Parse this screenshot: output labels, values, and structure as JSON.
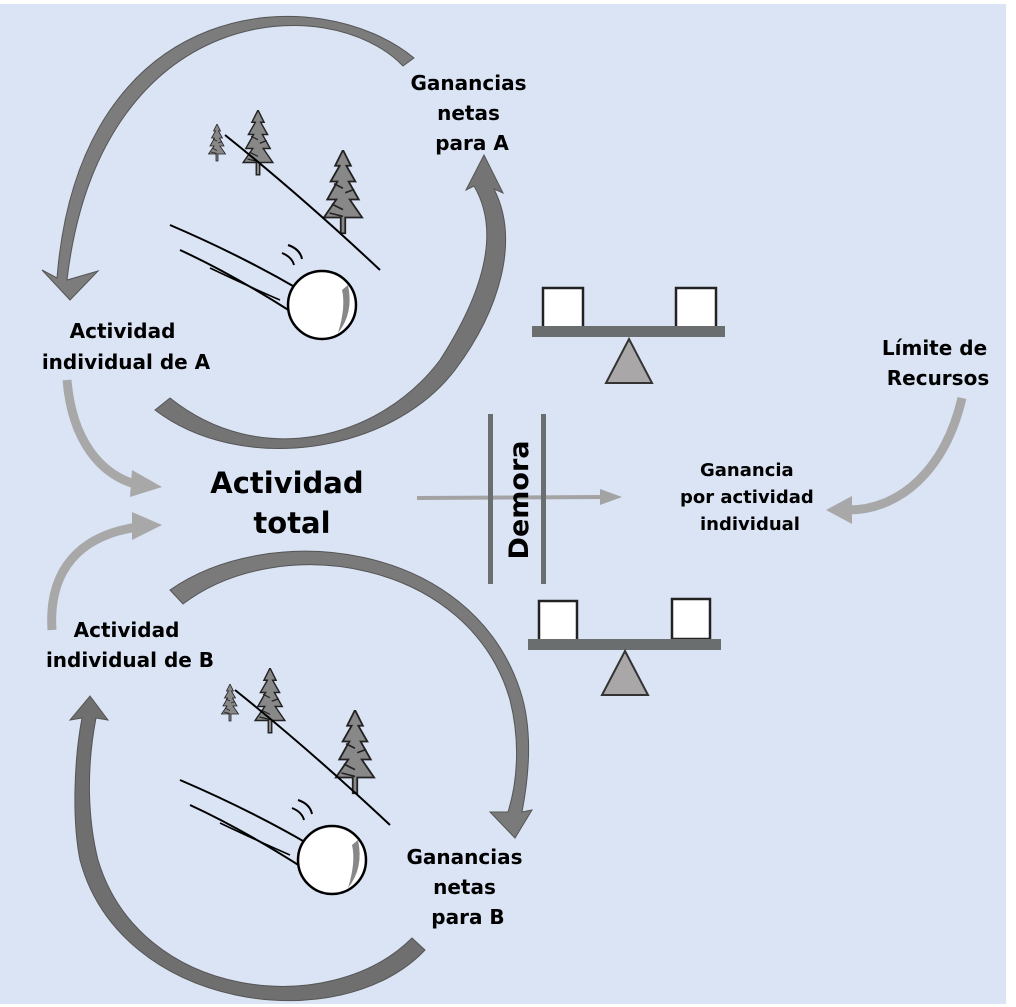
{
  "colors": {
    "background": "#dbe4f4",
    "dark_arrow": "#6e6e6e",
    "light_arrow": "#a8a8a8",
    "seesaw_beam": "#6a6e6e",
    "fulcrum": "#a9a7a7"
  },
  "labels": {
    "ganancias_a": [
      "Ganancias",
      "netas",
      "para A"
    ],
    "actividad_a": [
      "Actividad",
      "individual de A"
    ],
    "actividad_total": [
      "Actividad",
      "total"
    ],
    "actividad_b": [
      "Actividad",
      "individual de B"
    ],
    "ganancias_b": [
      "Ganancias",
      "netas",
      "para B"
    ],
    "demora": "Demora",
    "ganancia_por_actividad": [
      "Ganancia",
      "por actividad",
      "individual"
    ],
    "limite_recursos": [
      "Límite de",
      "Recursos"
    ]
  },
  "icons": {
    "snowball_top": "snowball-rolling-downhill",
    "snowball_bottom": "snowball-rolling-downhill",
    "seesaw_top": "balance-scale",
    "seesaw_bottom": "balance-scale"
  }
}
